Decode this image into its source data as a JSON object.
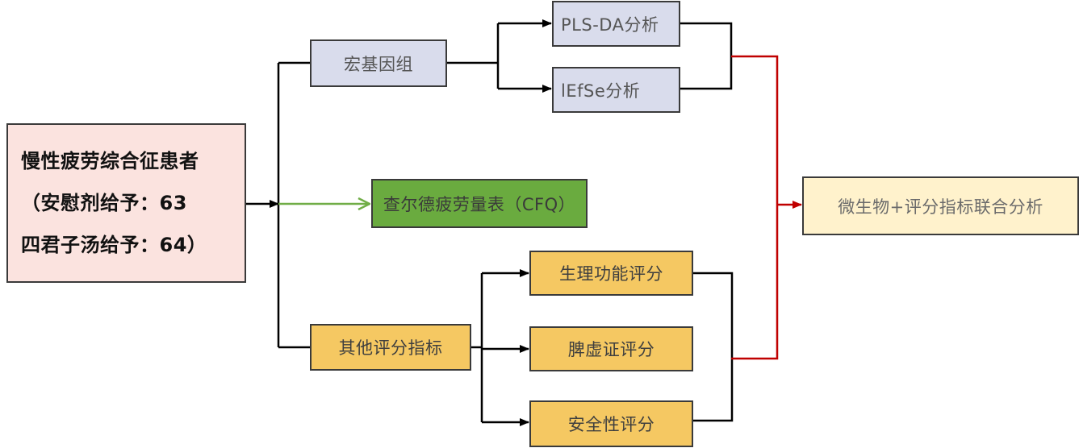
{
  "patients": {
    "line1": "慢性疲劳综合征患者",
    "line2": "（安慰剂给予：63",
    "line3": "四君子汤给予：64）"
  },
  "metagenome": {
    "label": "宏基因组"
  },
  "pls_da": {
    "label": "PLS-DA分析"
  },
  "lefse": {
    "label": "lEfSe分析"
  },
  "cfq": {
    "label": "查尔德疲劳量表（CFQ）"
  },
  "other_scores": {
    "label": "其他评分指标"
  },
  "physio_score": {
    "label": "生理功能评分"
  },
  "spleen_score": {
    "label": "脾虚证评分"
  },
  "safety_score": {
    "label": "安全性评分"
  },
  "joint_analysis": {
    "label": "微生物+评分指标联合分析"
  },
  "colors": {
    "line_black": "#000000",
    "line_green": "#70ad47",
    "line_red": "#c00000"
  }
}
